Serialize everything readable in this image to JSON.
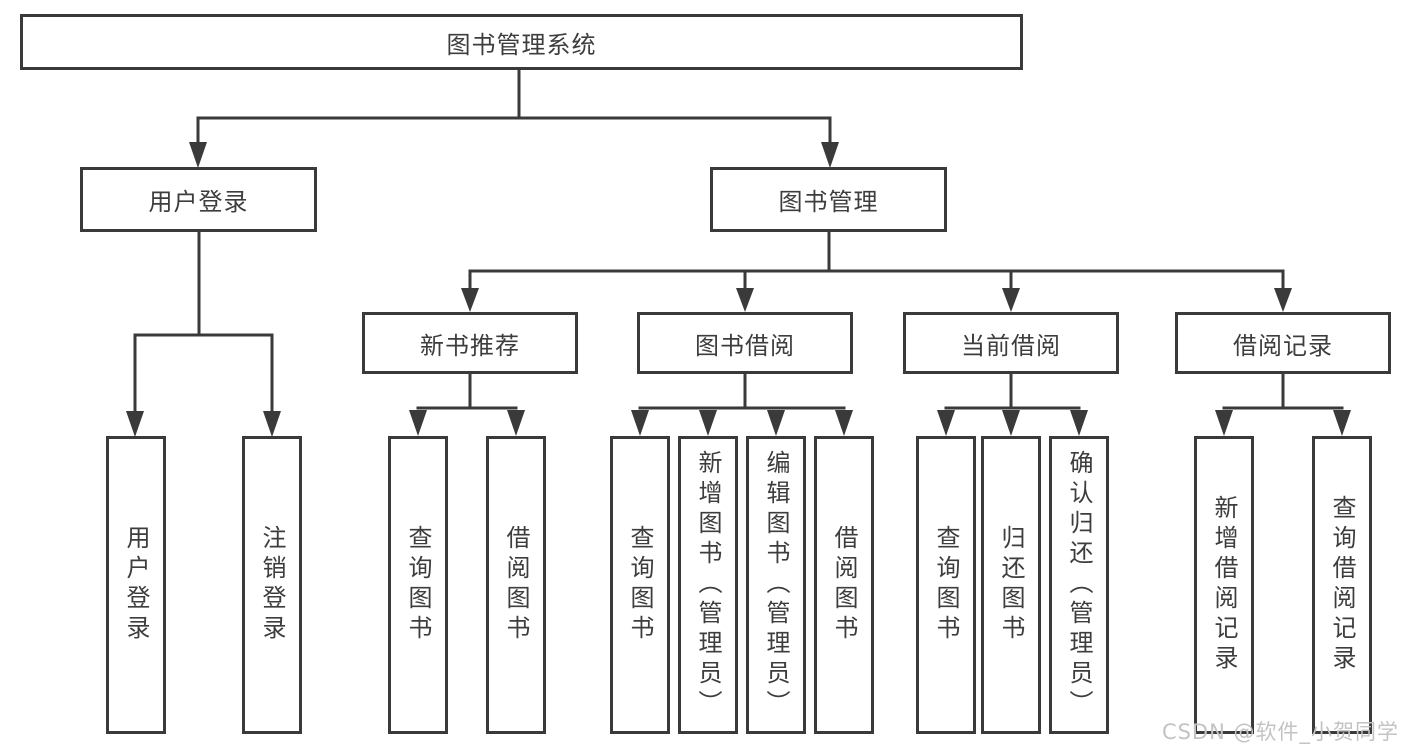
{
  "diagram": {
    "root": {
      "label": "图书管理系统"
    },
    "level2": {
      "user_login": "用户登录",
      "book_mgmt": "图书管理"
    },
    "level3": {
      "new_books": "新书推荐",
      "book_borrow": "图书借阅",
      "current_borrow": "当前借阅",
      "borrow_records": "借阅记录"
    },
    "leaves": {
      "user_login": [
        "用户登录",
        "注销登录"
      ],
      "new_books": [
        "查询图书",
        "借阅图书"
      ],
      "book_borrow": [
        "查询图书",
        "新增图书（管理员）",
        "编辑图书（管理员）",
        "借阅图书"
      ],
      "current_borrow": [
        "查询图书",
        "归还图书",
        "确认归还（管理员）"
      ],
      "borrow_records": [
        "新增借阅记录",
        "查询借阅记录"
      ]
    }
  },
  "watermark": "CSDN @软件_小贺同学",
  "colors": {
    "line": "#3a3a3a",
    "text": "#3d3d3d",
    "watermark": "#c3c3c3",
    "background": "#ffffff"
  }
}
